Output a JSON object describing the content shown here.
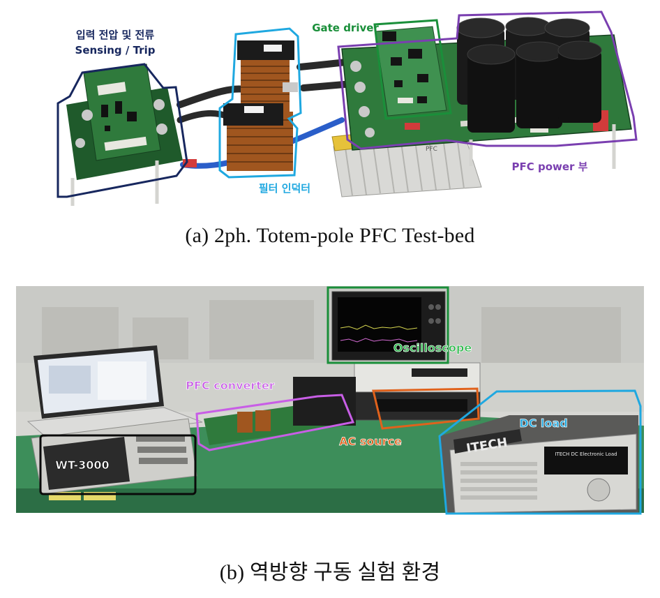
{
  "panel_a": {
    "label_sensing_line1": "입력 전압 및 전류",
    "label_sensing_line2": "Sensing / Trip",
    "label_filter": "필터 인덕터",
    "label_gate": "Gate driver",
    "label_power": "PFC power 부",
    "heatsink_mark": "PFC",
    "caption": "(a) 2ph. Totem-pole PFC Test-bed"
  },
  "panel_b": {
    "label_oscilloscope": "Oscilloscope",
    "label_pfc_converter": "PFC converter",
    "label_ac_source": "AC source",
    "label_dc_load": "DC load",
    "label_wt3000": "WT-3000",
    "brand_itech": "ITECH",
    "brand_itech_sub": "ITECH DC Electronic Load",
    "caption": "(b) 역방향 구동 실험 환경"
  },
  "colors": {
    "navy": "#17275e",
    "cyan": "#1fa8e0",
    "green": "#1a8f3a",
    "purple": "#7a3fb0",
    "violet": "#c85ee6",
    "orange": "#e0621c",
    "pcb": "#2f7a3c",
    "copper": "#a0561f"
  }
}
